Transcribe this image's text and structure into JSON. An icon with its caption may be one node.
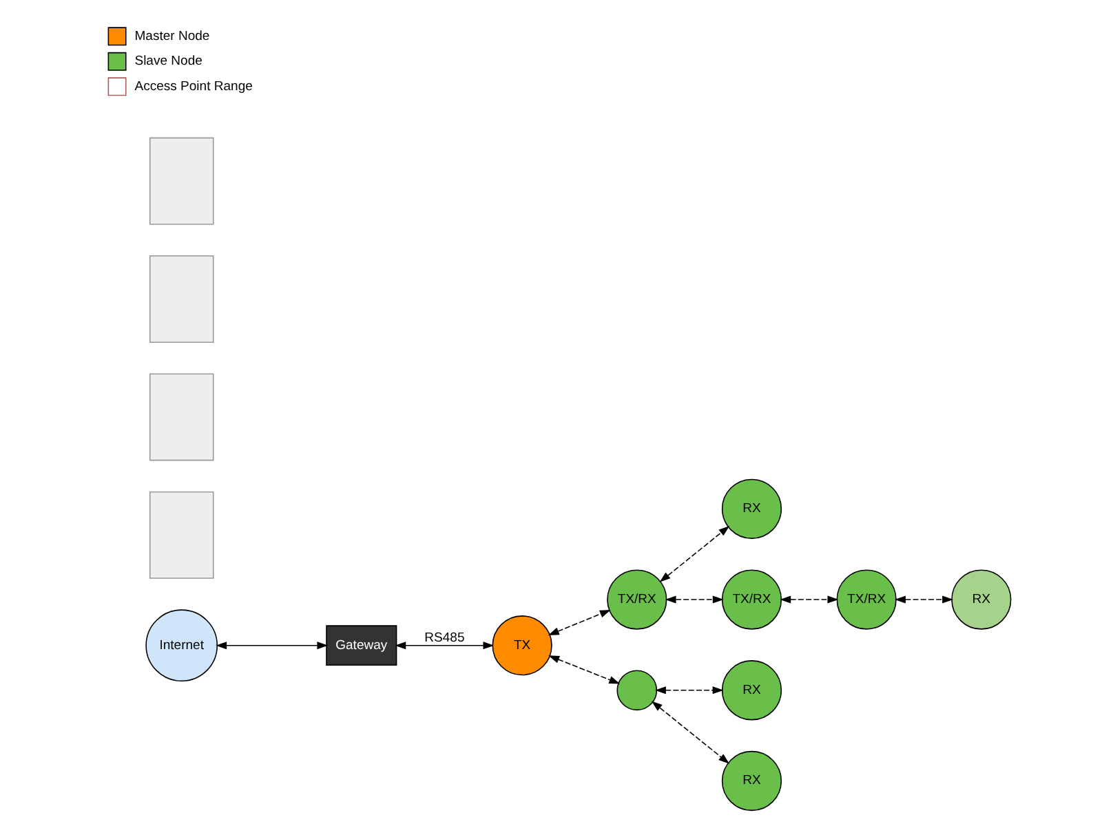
{
  "diagram": {
    "nodes": [
      {
        "text": [
          "Internet"
        ]
      },
      {
        "text": [
          "Gateway"
        ]
      },
      {
        "text": [
          "TX"
        ]
      },
      {
        "text": [
          "RX"
        ]
      },
      {
        "text": [
          "TX/RX"
        ]
      },
      {
        "text": [
          "TX/RX"
        ]
      },
      {
        "text": [
          "TX/RX"
        ]
      },
      {
        "text": [
          "RX"
        ]
      },
      {
        "text": [],
        "shape": "circle"
      },
      {
        "text": [
          "RX"
        ]
      },
      {
        "text": [
          "RX"
        ]
      },
      {
        "text": [],
        "shape": "box"
      },
      {
        "text": [],
        "shape": "box"
      },
      {
        "text": [],
        "shape": "box"
      },
      {
        "text": [],
        "shape": "box"
      }
    ],
    "edges": [
      {
        "from": 0,
        "to": 1,
        "arrow": "both"
      },
      {
        "from": 1,
        "to": 2,
        "arrow": "both",
        "label": "RS485"
      },
      {
        "from": 2,
        "to": 4,
        "arrow": "both",
        "style": "dashed"
      },
      {
        "from": 4,
        "to": 3,
        "arrow": "both",
        "style": "dashed"
      },
      {
        "from": 4,
        "to": 5,
        "arrow": "both",
        "style": "dashed"
      },
      {
        "from": 5,
        "to": 6,
        "arrow": "both",
        "style": "dashed"
      },
      {
        "from": 6,
        "to": 7,
        "arrow": "both",
        "style": "dashed"
      },
      {
        "from": 2,
        "to": 8,
        "arrow": "both",
        "style": "dashed"
      },
      {
        "from": 8,
        "to": 9,
        "arrow": "both",
        "style": "dashed"
      },
      {
        "from": 8,
        "to": 10,
        "arrow": "both",
        "style": "dashed"
      }
    ],
    "legend": [
      {
        "text": "Master Node",
        "color": "#ff8c00"
      },
      {
        "text": "Slave Node",
        "color": "#6abf4b"
      },
      {
        "text": "Access Point Range"
      }
    ]
  }
}
